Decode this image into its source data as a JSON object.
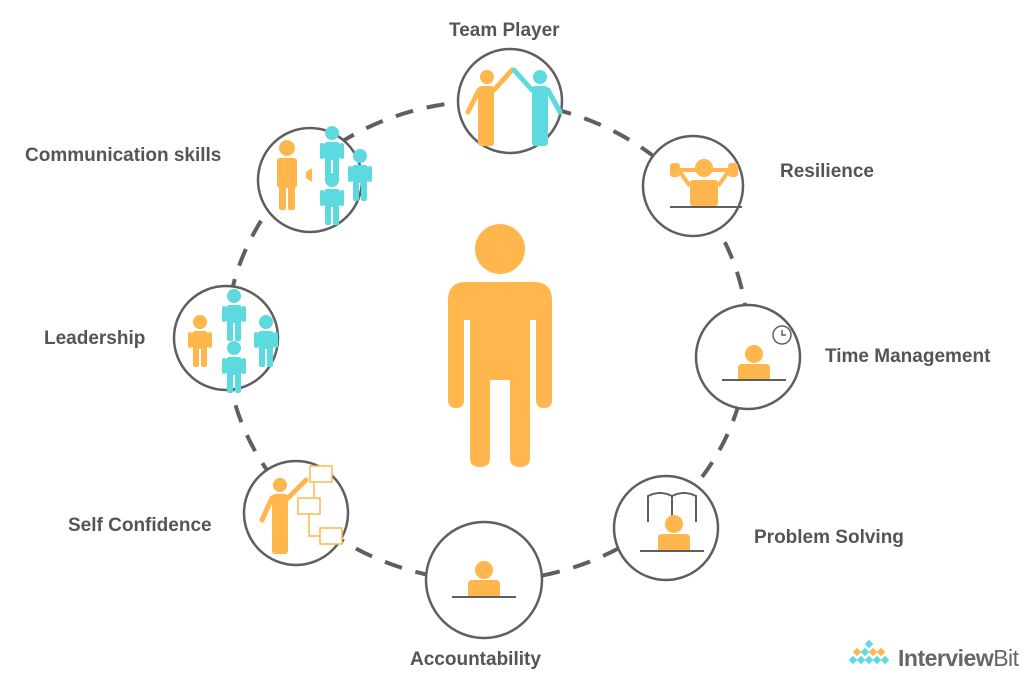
{
  "diagram": {
    "skills": [
      {
        "label": "Team Player"
      },
      {
        "label": "Resilience"
      },
      {
        "label": "Time Management"
      },
      {
        "label": "Problem Solving"
      },
      {
        "label": "Accountability"
      },
      {
        "label": "Self Confidence"
      },
      {
        "label": "Leadership"
      },
      {
        "label": "Communication skills"
      }
    ]
  },
  "brand": {
    "name_bold": "Interview",
    "name_regular": "Bit"
  },
  "colors": {
    "orange": "#FFB74D",
    "teal": "#5DD9E0",
    "stroke": "#5f5f5f",
    "text": "#555555"
  }
}
